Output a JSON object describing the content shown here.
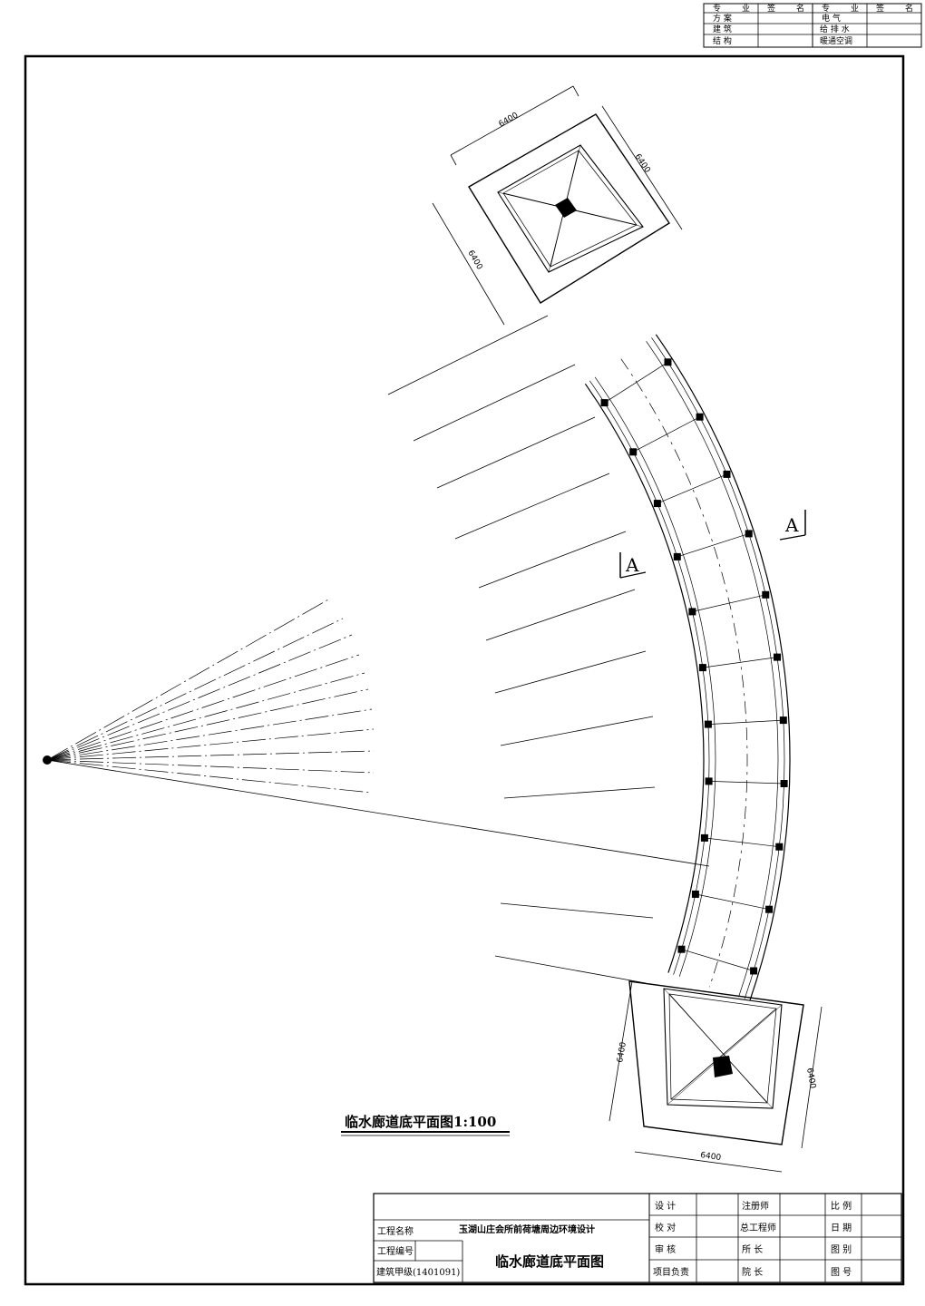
{
  "signoff_table": {
    "headers": [
      "专",
      "业",
      "签",
      "名",
      "专",
      "业",
      "签",
      "名"
    ],
    "rows": [
      [
        "方 案",
        "",
        "电 气",
        ""
      ],
      [
        "建 筑",
        "",
        "给 排 水",
        ""
      ],
      [
        "结 构",
        "",
        "暖通空调",
        ""
      ]
    ]
  },
  "drawing": {
    "plan_title": "临水廊道底平面图1:100",
    "section_mark_left": "A",
    "section_mark_right": "A",
    "dimensions": {
      "top_pavilion": [
        "6400",
        "6400",
        "6400"
      ],
      "bottom_pavilion": [
        "6400",
        "6400",
        "6400"
      ]
    }
  },
  "title_block": {
    "project_name_label": "工程名称",
    "project_name_value": "玉湖山庄会所前荷塘周边环境设计",
    "project_number_label": "工程编号",
    "project_number_value": "",
    "qualification_label": "建筑甲级(1401091)",
    "drawing_name": "临水廊道底平面图",
    "roles": [
      [
        "设 计",
        "注册师",
        "比 例"
      ],
      [
        "校 对",
        "总工程师",
        "日 期"
      ],
      [
        "审 核",
        "所 长",
        "图 别"
      ],
      [
        "项目负责",
        "院 长",
        "图 号"
      ]
    ]
  }
}
